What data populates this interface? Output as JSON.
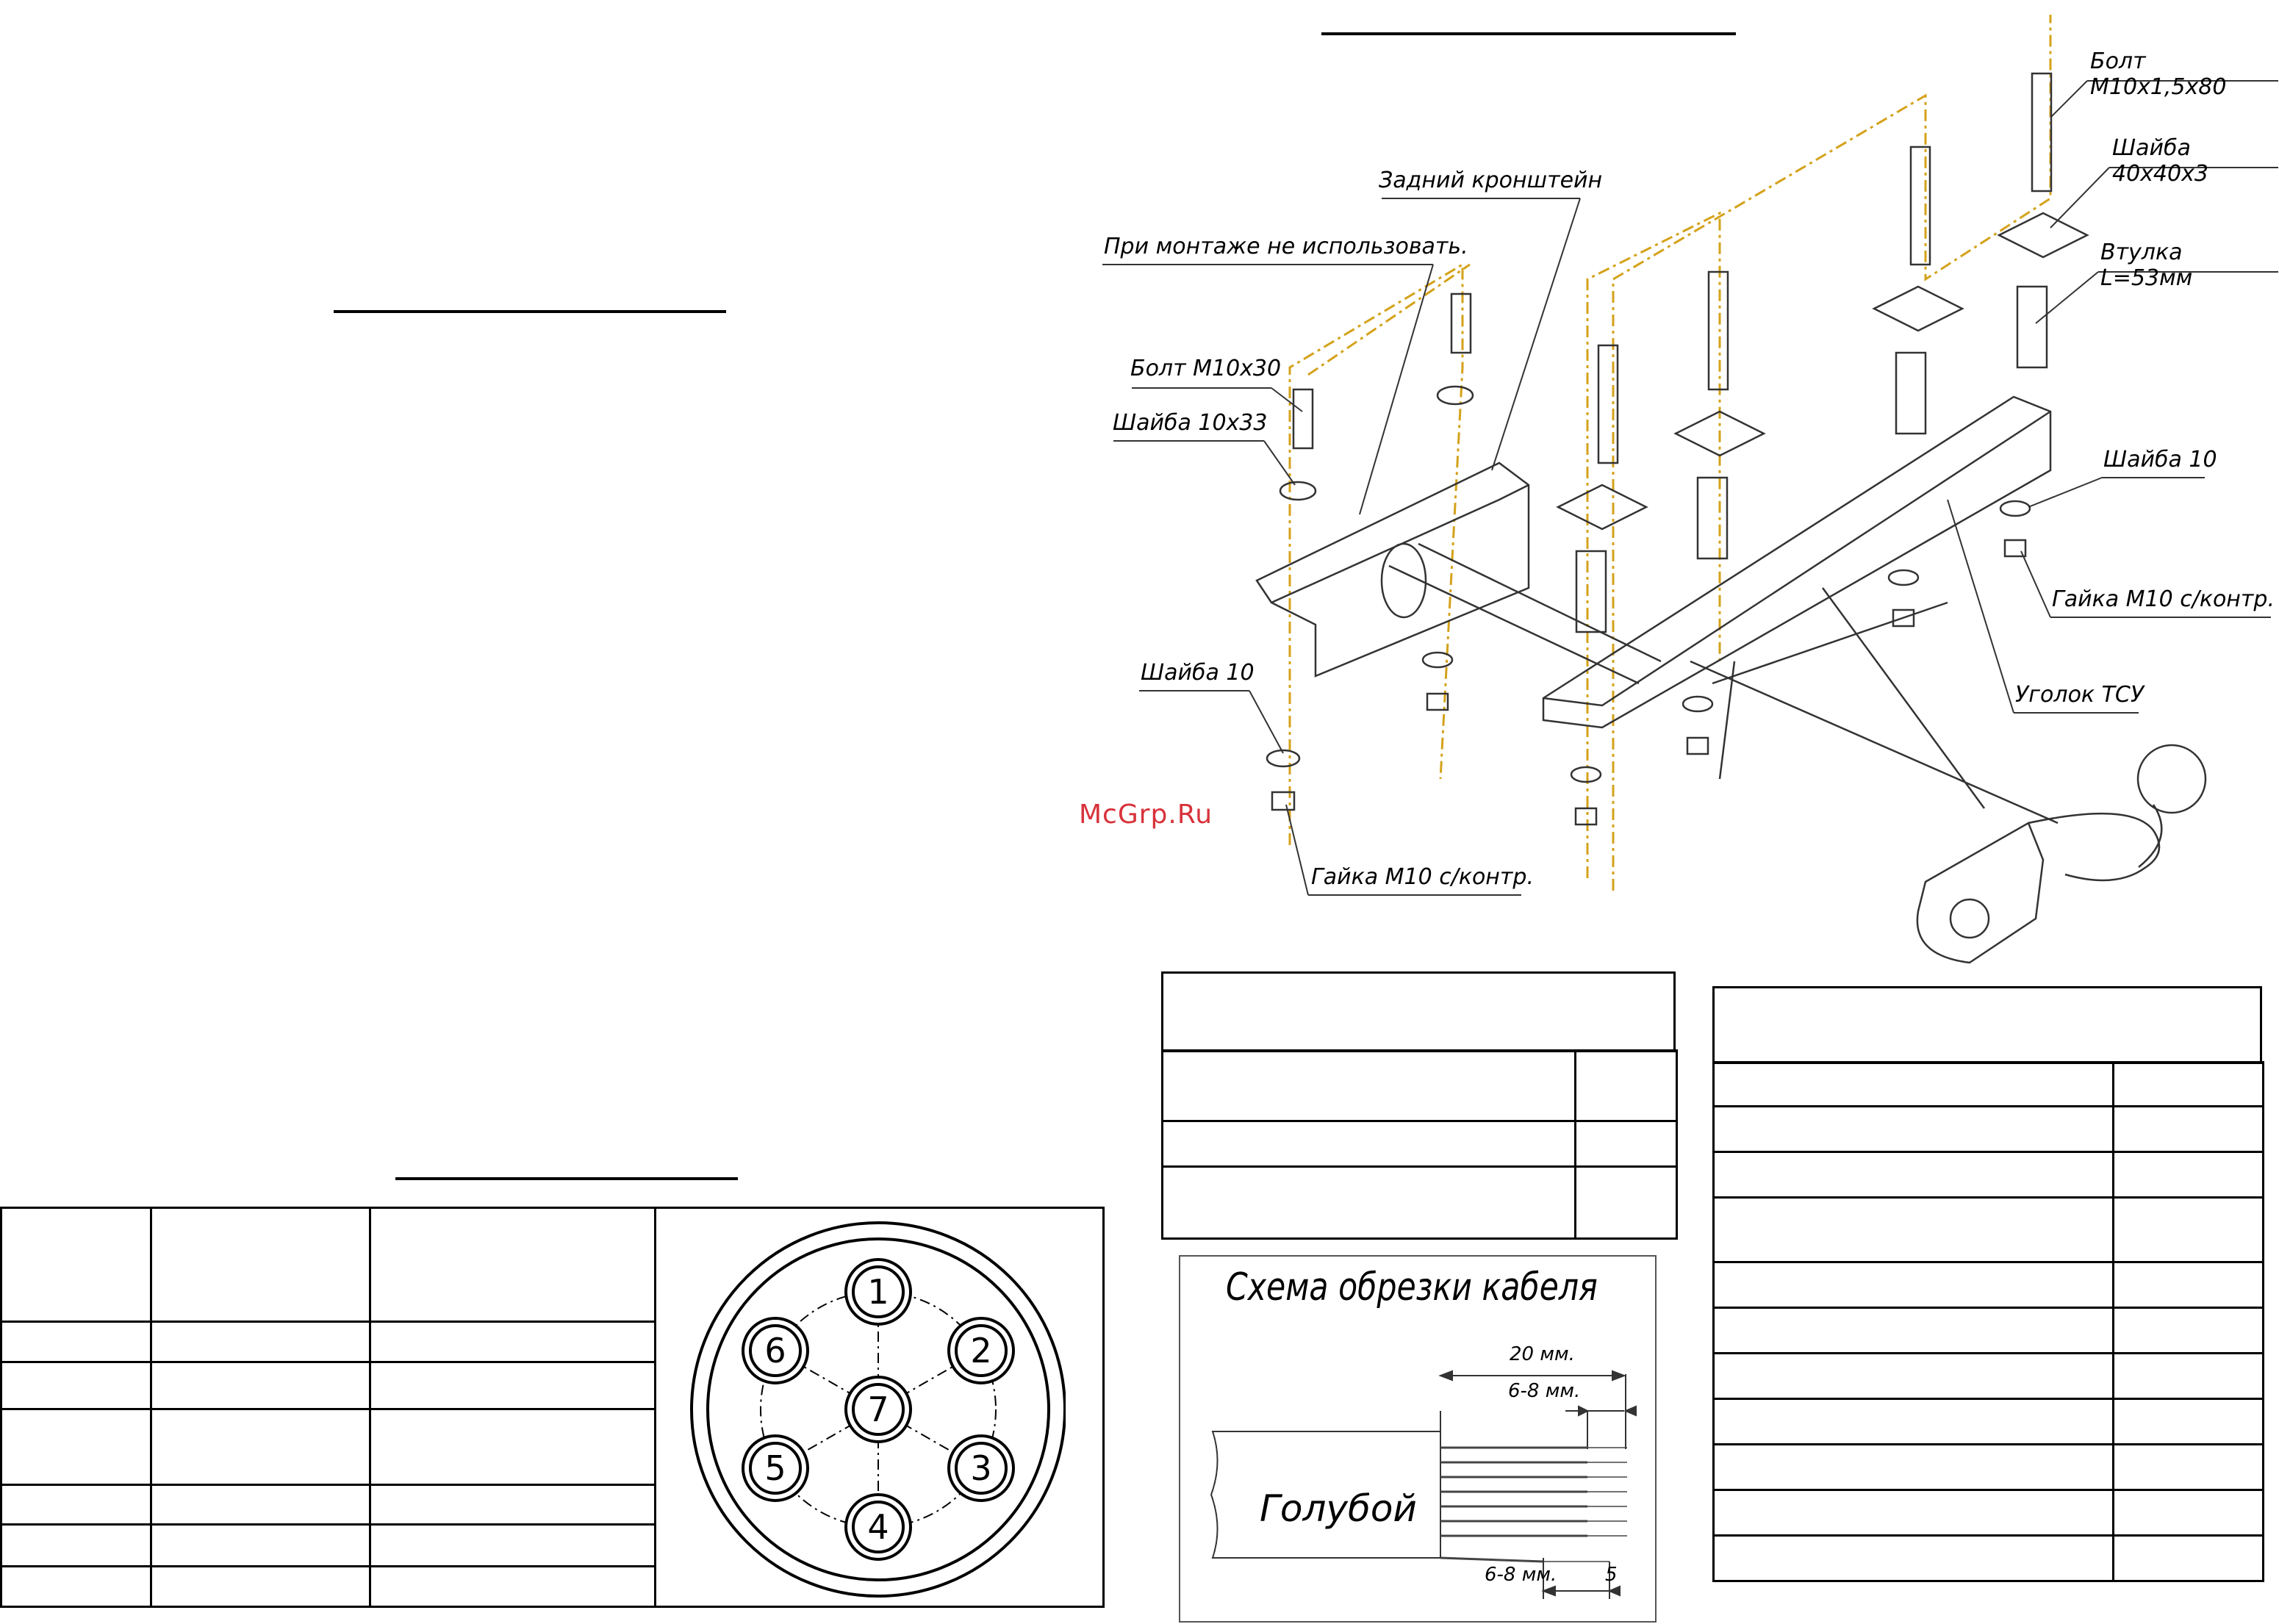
{
  "labels": {
    "bolt_m10x1_5x80": "Болт М10х1,5х80",
    "washer_40x40x3": "Шайба 40х40х3",
    "rear_bracket": "Задний кронштейн",
    "sleeve_l53": "Втулка L=53мм",
    "do_not_use": "При монтаже не использовать.",
    "bolt_m10x30": "Болт М10х30",
    "washer_10x33": "Шайба 10х33",
    "washer_10_right": "Шайба 10",
    "nut_m10_right": "Гайка М10 с/контр.",
    "angle_tsu": "Уголок ТСУ",
    "washer_10_left": "Шайба 10",
    "nut_m10_left": "Гайка М10 с/контр."
  },
  "watermark": "McGrp.Ru",
  "socket_pins": [
    "1",
    "2",
    "3",
    "4",
    "5",
    "6",
    "7"
  ],
  "cable_scheme": {
    "title": "Схема обрезки кабеля",
    "dim_20": "20 мм.",
    "dim_6_8_top": "6-8 мм.",
    "wire_color": "Голубой",
    "dim_6_8_bottom": "6-8 мм.",
    "dim_5": "5"
  }
}
